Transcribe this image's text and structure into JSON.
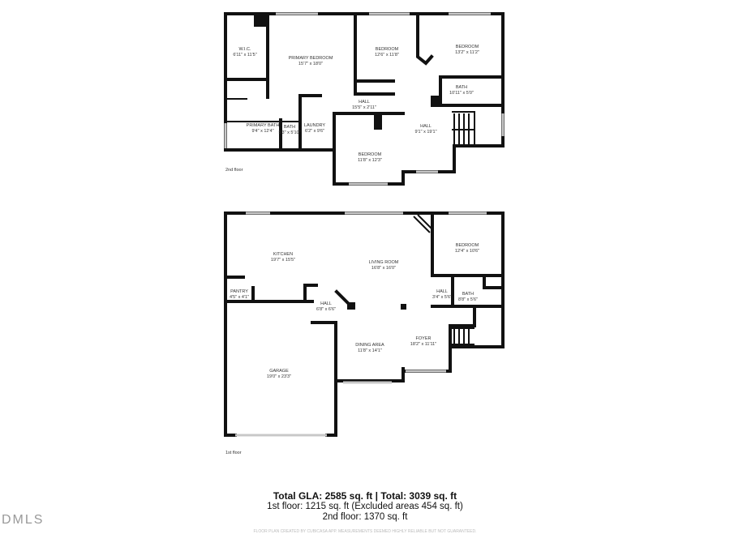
{
  "floor2": {
    "label": "2nd floor",
    "rooms": [
      {
        "name": "W.I.C.",
        "dims": "6'11\" x 11'5\""
      },
      {
        "name": "PRIMARY BEDROOM",
        "dims": "15'7\" x 18'0\""
      },
      {
        "name": "BEDROOM",
        "dims": "12'6\" x 11'8\""
      },
      {
        "name": "BEDROOM",
        "dims": "13'2\" x 11'2\""
      },
      {
        "name": "BATH",
        "dims": "10'11\" x 5'0\""
      },
      {
        "name": "HALL",
        "dims": "15'5\" x 2'11\""
      },
      {
        "name": "PRIMARY BATH",
        "dims": "9'4\" x 12'4\""
      },
      {
        "name": "BATH",
        "dims": "5'3\" x 5'10\""
      },
      {
        "name": "LAUNDRY",
        "dims": "6'2\" x 9'6\""
      },
      {
        "name": "HALL",
        "dims": "9'1\" x 19'1\""
      },
      {
        "name": "BEDROOM",
        "dims": "11'8\" x 12'3\""
      }
    ]
  },
  "floor1": {
    "label": "1st floor",
    "rooms": [
      {
        "name": "KITCHEN",
        "dims": "19'7\" x 15'5\""
      },
      {
        "name": "LIVING ROOM",
        "dims": "16'8\" x 16'0\""
      },
      {
        "name": "BEDROOM",
        "dims": "12'4\" x 10'6\""
      },
      {
        "name": "PANTRY",
        "dims": "4'5\" x 4'1\""
      },
      {
        "name": "HALL",
        "dims": "6'8\" x 6'6\""
      },
      {
        "name": "HALL",
        "dims": "3'4\" x 5'6\""
      },
      {
        "name": "BATH",
        "dims": "8'8\" x 5'6\""
      },
      {
        "name": "FOYER",
        "dims": "18'2\" x 11'11\""
      },
      {
        "name": "DINING AREA",
        "dims": "11'8\" x 14'1\""
      },
      {
        "name": "GARAGE",
        "dims": "19'0\" x 23'3\""
      }
    ]
  },
  "summary": {
    "total": "Total GLA: 2585 sq. ft | Total: 3039 sq. ft",
    "first": "1st floor: 1215 sq. ft (Excluded areas 454 sq. ft)",
    "second": "2nd floor: 1370 sq. ft",
    "disclaimer": "FLOOR PLAN CREATED BY CUBICASA APP. MEASUREMENTS DEEMED HIGHLY RELIABLE BUT NOT GUARANTEED."
  },
  "logo": "DMLS"
}
